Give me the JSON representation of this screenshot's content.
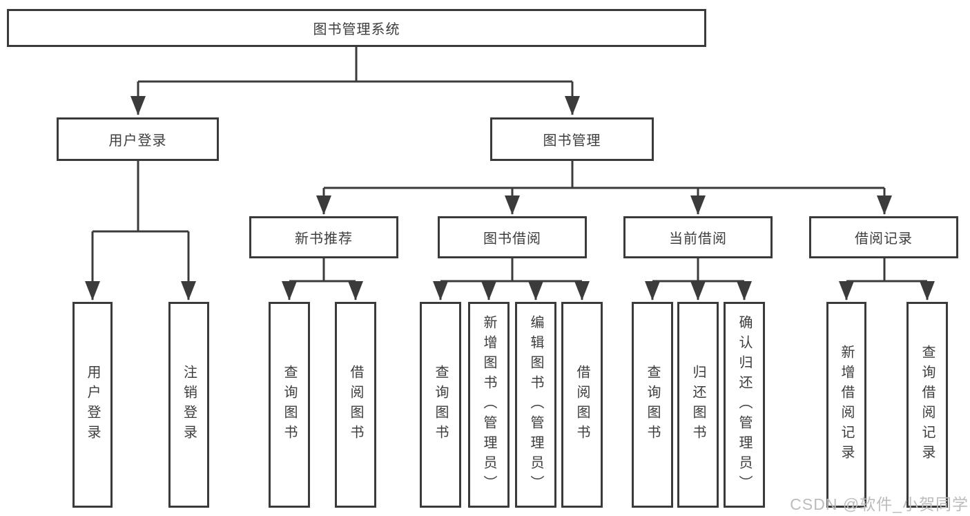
{
  "root": {
    "label": "图书管理系统"
  },
  "level2": {
    "user_login": "用户登录",
    "book_mgmt": "图书管理"
  },
  "level3": {
    "new_book_rec": "新书推荐",
    "book_borrow": "图书借阅",
    "current_borrow": "当前借阅",
    "borrow_record": "借阅记录"
  },
  "leaves": {
    "user_login": "用户登录",
    "logout": "注销登录",
    "rec_query_book": "查询图书",
    "rec_borrow_book": "借阅图书",
    "bb_query_book": "查询图书",
    "bb_add_book": "新增图书（管理员）",
    "bb_edit_book": "编辑图书（管理员）",
    "bb_borrow_book": "借阅图书",
    "cb_query_book": "查询图书",
    "cb_return_book": "归还图书",
    "cb_confirm_return": "确认归还（管理员）",
    "br_add_record": "新增借阅记录",
    "br_query_record": "查询借阅记录"
  },
  "watermark": "CSDN @软件_小贺同学",
  "colors": {
    "line": "#3b3b3b",
    "border": "#3a3a3a",
    "text": "#3d3d3d",
    "watermark": "#bcbcbc",
    "background": "#ffffff"
  },
  "hierarchy": {
    "图书管理系统": {
      "用户登录": [
        "用户登录",
        "注销登录"
      ],
      "图书管理": {
        "新书推荐": [
          "查询图书",
          "借阅图书"
        ],
        "图书借阅": [
          "查询图书",
          "新增图书（管理员）",
          "编辑图书（管理员）",
          "借阅图书"
        ],
        "当前借阅": [
          "查询图书",
          "归还图书",
          "确认归还（管理员）"
        ],
        "借阅记录": [
          "新增借阅记录",
          "查询借阅记录"
        ]
      }
    }
  }
}
